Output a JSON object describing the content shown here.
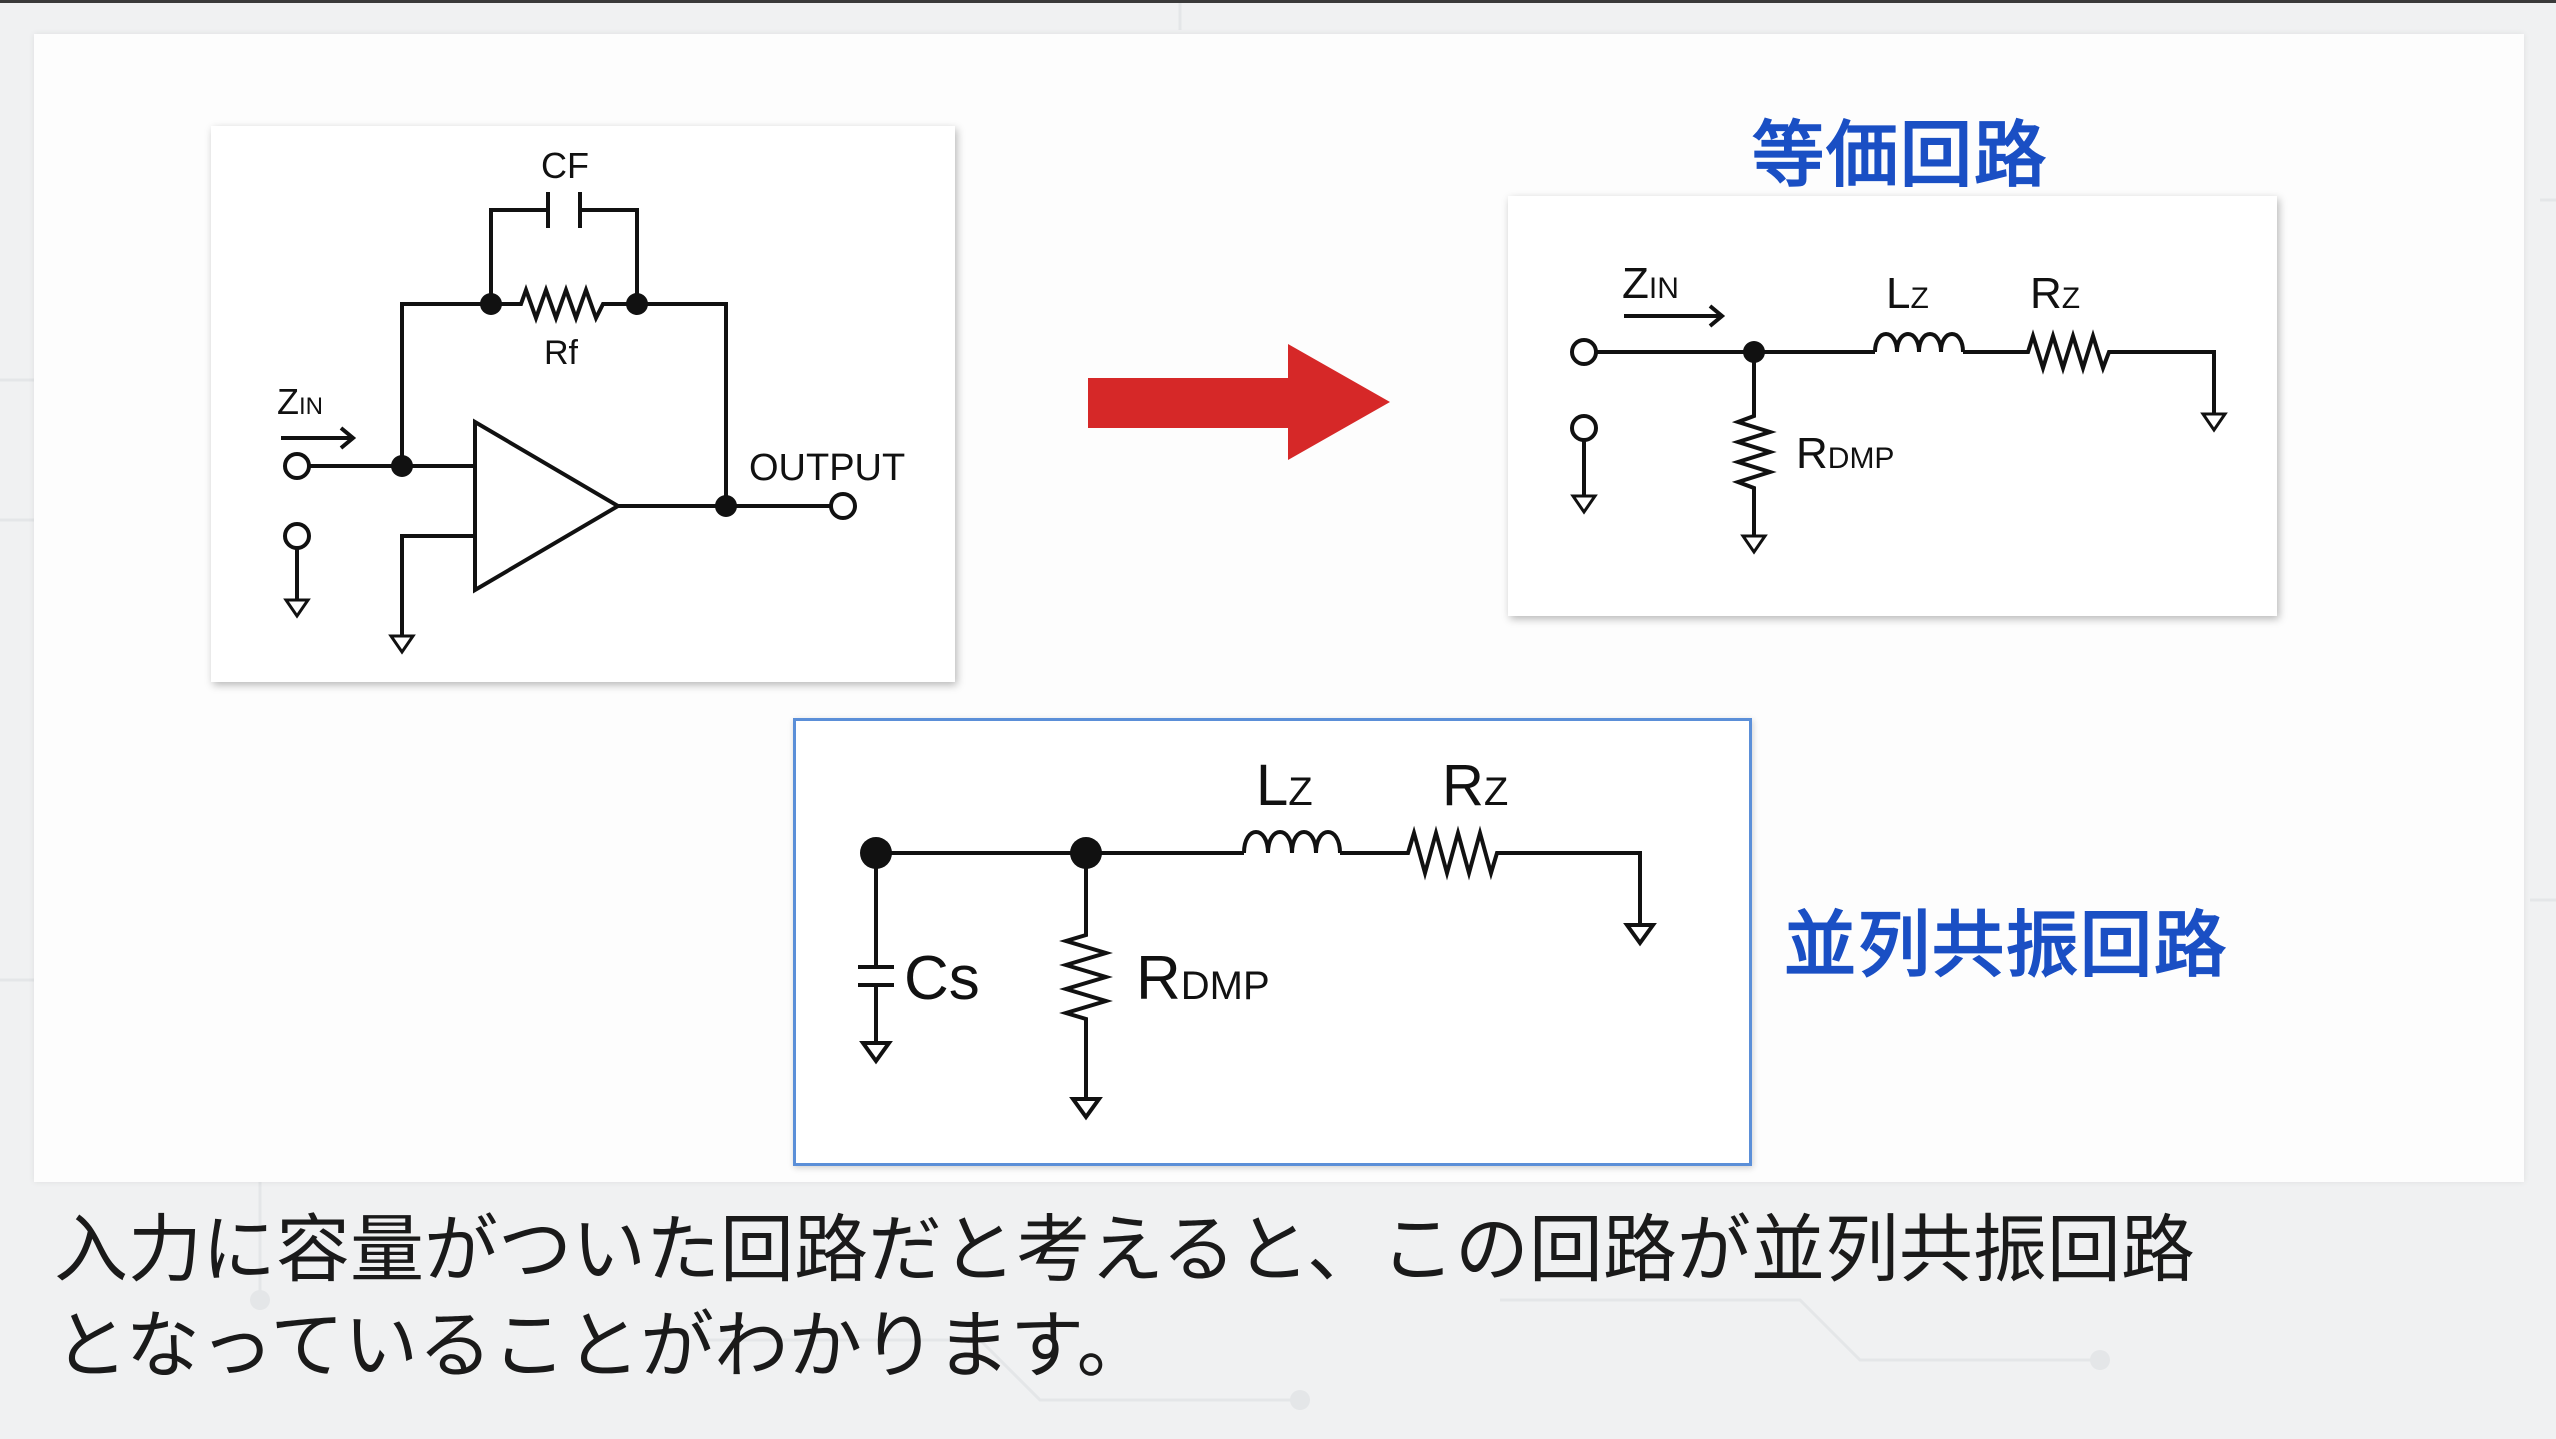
{
  "colors": {
    "title_blue": "#1a4fc4",
    "arrow_red": "#d62828",
    "panel_border_blue": "#5b8fd8"
  },
  "equivalent_title": "等価回路",
  "parallel_title": "並列共振回路",
  "original_circuit": {
    "cf_label": "CF",
    "rf_label": "Rf",
    "zin_main": "Z",
    "zin_sub": "IN",
    "output_label": "OUTPUT"
  },
  "equivalent_circuit": {
    "zin_main": "Z",
    "zin_sub": "IN",
    "lz_main": "L",
    "lz_sub": "Z",
    "rz_main": "R",
    "rz_sub": "Z",
    "rdmp_main": "R",
    "rdmp_sub": "DMP"
  },
  "parallel_circuit": {
    "lz_main": "L",
    "lz_sub": "Z",
    "rz_main": "R",
    "rz_sub": "Z",
    "cs_label": "Cs",
    "rdmp_main": "R",
    "rdmp_sub": "DMP"
  },
  "caption": {
    "line1": "入力に容量がついた回路だと考えると、この回路が並列共振回路",
    "line2": "となっていることがわかります。"
  }
}
